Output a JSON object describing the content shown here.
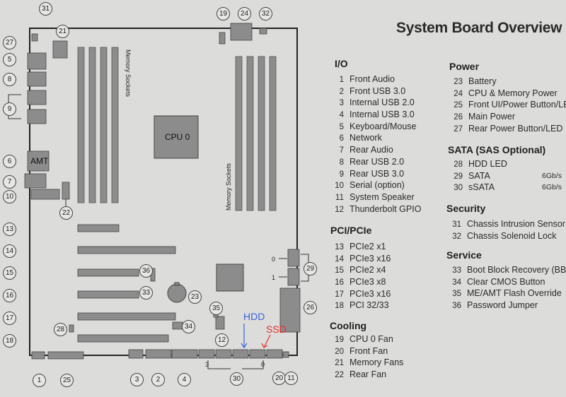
{
  "title": "System Board Overview",
  "board_labels": {
    "memory_sockets_left": "Memory Sockets",
    "memory_sockets_right": "Memory Sockets",
    "cpu": "CPU 0",
    "amt": "AMT",
    "tick_0_upper": "0",
    "tick_1": "1",
    "tick_3": "3",
    "tick_0_lower": "0"
  },
  "annotations": {
    "hdd": {
      "text": "HDD",
      "color": "#3a63d9"
    },
    "ssd": {
      "text": "SSD",
      "color": "#e0302a"
    }
  },
  "callouts": [
    "31",
    "19",
    "24",
    "32",
    "27",
    "21",
    "5",
    "8",
    "9",
    "6",
    "7",
    "10",
    "22",
    "13",
    "14",
    "15",
    "36",
    "33",
    "23",
    "16",
    "35",
    "34",
    "17",
    "28",
    "12",
    "26",
    "29",
    "18",
    "1",
    "25",
    "3",
    "2",
    "4",
    "30",
    "20",
    "11"
  ],
  "sections": {
    "io": {
      "heading": "I/O",
      "items": [
        {
          "num": "1",
          "label": "Front Audio"
        },
        {
          "num": "2",
          "label": "Front USB 3.0"
        },
        {
          "num": "3",
          "label": "Internal USB 2.0"
        },
        {
          "num": "4",
          "label": "Internal USB 3.0"
        },
        {
          "num": "5",
          "label": "Keyboard/Mouse"
        },
        {
          "num": "6",
          "label": "Network"
        },
        {
          "num": "7",
          "label": "Rear Audio"
        },
        {
          "num": "8",
          "label": "Rear USB 2.0"
        },
        {
          "num": "9",
          "label": "Rear USB 3.0"
        },
        {
          "num": "10",
          "label": "Serial (option)"
        },
        {
          "num": "11",
          "label": "System Speaker"
        },
        {
          "num": "12",
          "label": "Thunderbolt GPIO"
        }
      ]
    },
    "pci": {
      "heading": "PCI/PCIe",
      "items": [
        {
          "num": "13",
          "label": "PCIe2 x1"
        },
        {
          "num": "14",
          "label": "PCIe3 x16"
        },
        {
          "num": "15",
          "label": "PCIe2 x4"
        },
        {
          "num": "16",
          "label": "PCIe3 x8"
        },
        {
          "num": "17",
          "label": "PCIe3 x16"
        },
        {
          "num": "18",
          "label": "PCI 32/33"
        }
      ]
    },
    "cooling": {
      "heading": "Cooling",
      "items": [
        {
          "num": "19",
          "label": "CPU 0 Fan"
        },
        {
          "num": "20",
          "label": "Front Fan"
        },
        {
          "num": "21",
          "label": "Memory Fans"
        },
        {
          "num": "22",
          "label": "Rear Fan"
        }
      ]
    },
    "power": {
      "heading": "Power",
      "items": [
        {
          "num": "23",
          "label": "Battery"
        },
        {
          "num": "24",
          "label": "CPU & Memory Power"
        },
        {
          "num": "25",
          "label": "Front UI/Power Button/LED"
        },
        {
          "num": "26",
          "label": "Main Power"
        },
        {
          "num": "27",
          "label": "Rear Power Button/LED"
        }
      ]
    },
    "sata": {
      "heading": "SATA (SAS Optional)",
      "items": [
        {
          "num": "28",
          "label": "HDD LED",
          "note": ""
        },
        {
          "num": "29",
          "label": "SATA",
          "note": "6Gb/s"
        },
        {
          "num": "30",
          "label": "sSATA",
          "note": "6Gb/s"
        }
      ]
    },
    "security": {
      "heading": "Security",
      "items": [
        {
          "num": "31",
          "label": "Chassis Intrusion Sensor"
        },
        {
          "num": "32",
          "label": "Chassis Solenoid Lock"
        }
      ]
    },
    "service": {
      "heading": "Service",
      "items": [
        {
          "num": "33",
          "label": "Boot Block Recovery (BBR)"
        },
        {
          "num": "34",
          "label": "Clear CMOS Button"
        },
        {
          "num": "35",
          "label": "ME/AMT Flash Override"
        },
        {
          "num": "36",
          "label": "Password Jumper"
        }
      ]
    }
  }
}
